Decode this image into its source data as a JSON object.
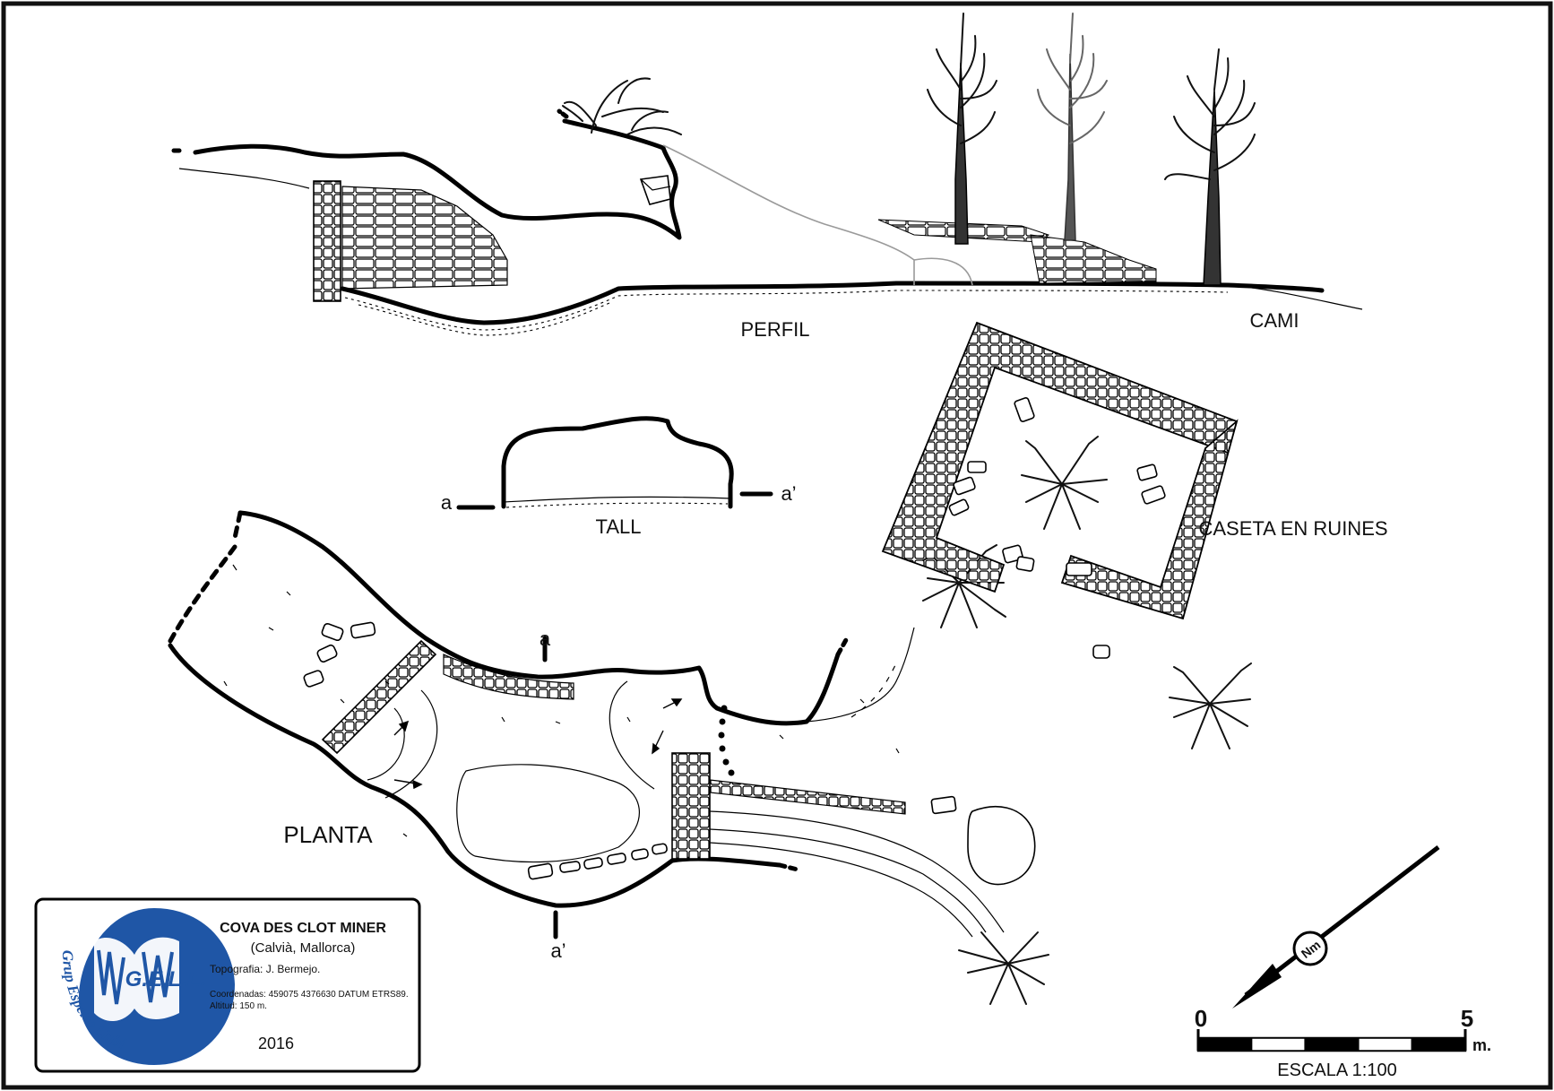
{
  "title_block": {
    "cave_name": "COVA DES CLOT MINER",
    "location": "(Calvià, Mallorca)",
    "topography": "Topografia: J. Bermejo.",
    "coordinates": "Coordenadas:  459075 4376630  DATUM ETRS89.",
    "altitude": "Altitud: 150 m.",
    "year": "2016"
  },
  "logo": {
    "org_name": "Grup Espeleo Llubí",
    "abbrev": "G.E.L.L.",
    "color": "#1f56a6"
  },
  "labels": {
    "perfil": "PERFIL",
    "cami": "CAMI",
    "tall": "TALL",
    "planta": "PLANTA",
    "caseta": "CASETA EN RUINES",
    "section_a": "a",
    "section_a_prime": "a’"
  },
  "north_arrow": {
    "label": "Nm"
  },
  "scale_bar": {
    "start": "0",
    "end": "5",
    "unit": "m.",
    "caption": "ESCALA 1:100",
    "segments": 5
  },
  "colors": {
    "ink": "#000000",
    "paper": "#ffffff",
    "frame": "#111111"
  }
}
